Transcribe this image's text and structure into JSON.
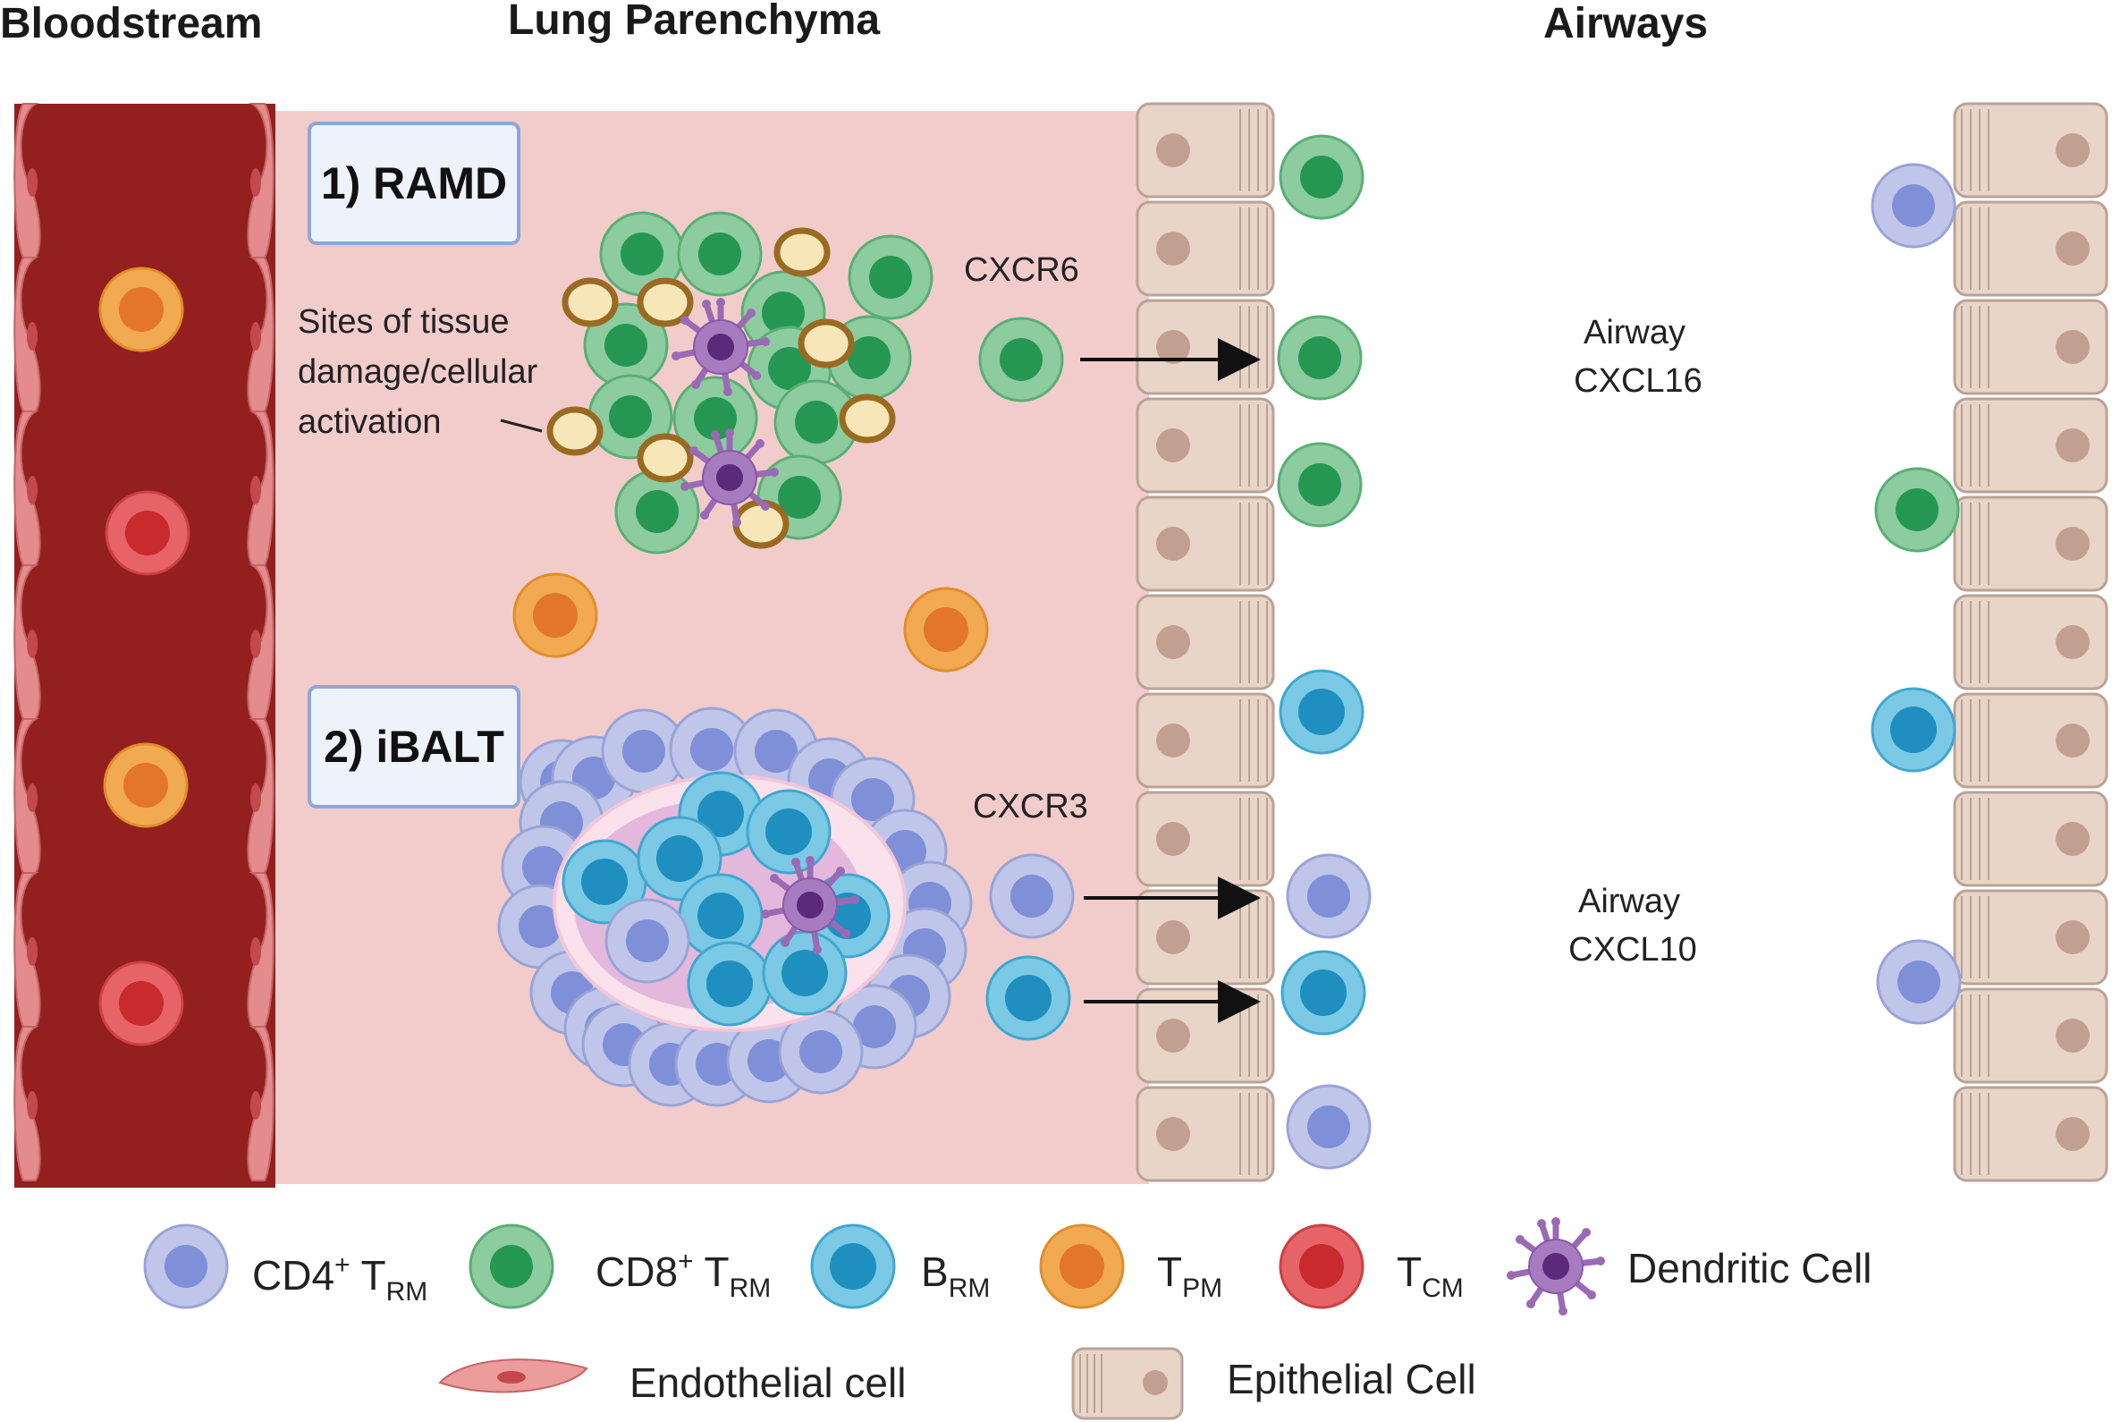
{
  "headers": {
    "bloodstream": "Bloodstream",
    "lung_parenchyma": "Lung Parenchyma",
    "airways": "Airways"
  },
  "boxes": {
    "ramd": "1) RAMD",
    "ibalt": "2) iBALT"
  },
  "labels": {
    "sites_line1": "Sites of tissue",
    "sites_line2": "damage/cellular",
    "sites_line3": "activation",
    "cxcr6": "CXCR6",
    "cxcr3": "CXCR3",
    "airway_cxcl16_line1": "Airway",
    "airway_cxcl16_line2": "CXCL16",
    "airway_cxcl10_line1": "Airway",
    "airway_cxcl10_line2": "CXCL10"
  },
  "legend": {
    "cd4_main": "CD4",
    "cd4_sup": "+",
    "cd4_t": " T",
    "cd4_sub": "RM",
    "cd8_main": "CD8",
    "cd8_sup": "+",
    "cd8_t": " T",
    "cd8_sub": "RM",
    "brm_main": "B",
    "brm_sub": "RM",
    "tpm_main": "T",
    "tpm_sub": "PM",
    "tcm_main": "T",
    "tcm_sub": "CM",
    "dendritic": "Dendritic Cell",
    "endothelial": "Endothelial cell",
    "epithelial": "Epithelial Cell"
  },
  "colors": {
    "blood": "#93201e",
    "parenchyma": "#f2cccb",
    "cd4": "#b4bde6",
    "cd8": "#7fc495",
    "brm": "#6ec3e0",
    "tpm": "#eea24a",
    "tcm": "#e25a5c",
    "dendritic": "#9a6ab5",
    "epithelial": "#e8d4c6",
    "endothelial": "#e88c8c"
  }
}
